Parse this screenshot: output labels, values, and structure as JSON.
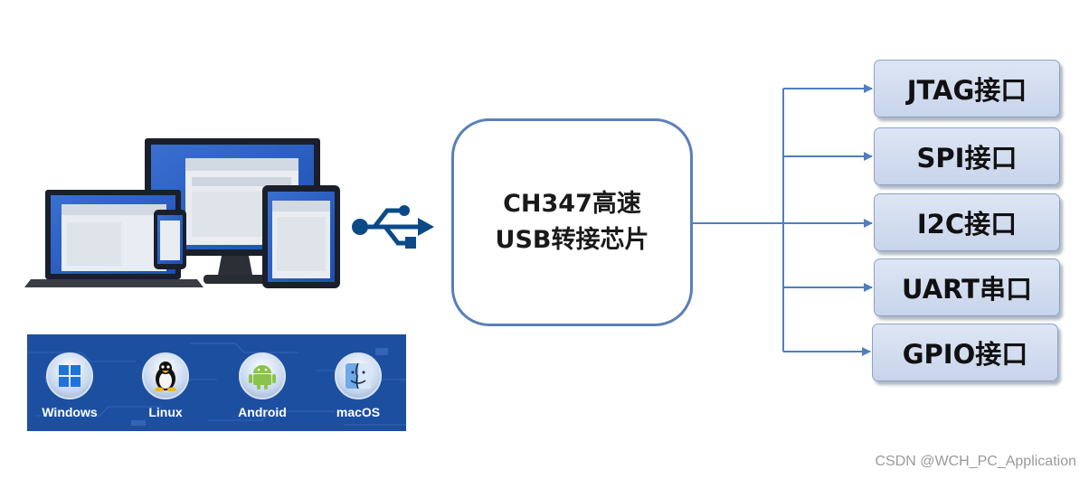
{
  "chip": {
    "line1": "CH347高速",
    "line2": "USB转接芯片"
  },
  "interfaces": [
    {
      "label": "JTAG接口"
    },
    {
      "label": "SPI接口"
    },
    {
      "label": "I2C接口"
    },
    {
      "label": "UART串口"
    },
    {
      "label": "GPIO接口"
    }
  ],
  "os": [
    {
      "label": "Windows",
      "icon": "windows-icon"
    },
    {
      "label": "Linux",
      "icon": "linux-icon"
    },
    {
      "label": "Android",
      "icon": "android-icon"
    },
    {
      "label": "macOS",
      "icon": "macos-icon"
    }
  ],
  "devices_icon": "devices-icon",
  "usb_icon": "usb-icon",
  "watermark": "CSDN @WCH_PC_Application",
  "colors": {
    "line": "#4f7fc0",
    "chip_border": "#5a7fb8",
    "os_background": "#1d4fa0"
  }
}
